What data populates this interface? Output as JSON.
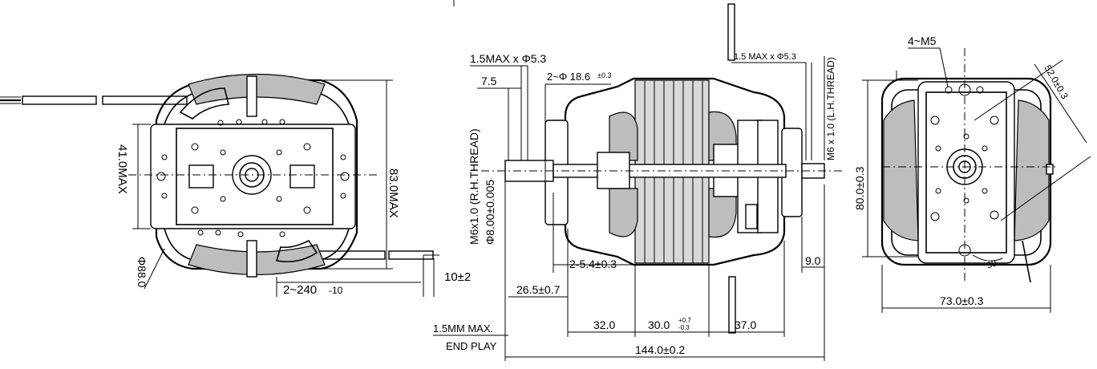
{
  "left_view": {
    "dim_height": "83.0MAX",
    "dim_stack": "41.0MAX",
    "dim_dia": "Φ88.0",
    "dim_lead": "2~240",
    "dim_lead_tol": "-10",
    "dim_strip": "10±2"
  },
  "side_view": {
    "top_left_chamfer": "1.5MAX x Φ5.3",
    "dim_7_5": "7.5",
    "holes": "2~Φ 18.6",
    "holes_tol": "±0.3",
    "top_right_chamfer": "1.5 MAX x Φ5.3",
    "left_thread": "M6x1.0 (R.H.THREAD)",
    "left_shaft": "Φ8.00±0.005",
    "right_thread": "M6 x 1.0 (L.H.THREAD)",
    "dim_2_5_4": "2-5.4±0.3",
    "dim_9_0": "9.0",
    "dim_26_5": "26.5±0.7",
    "dim_32": "32.0",
    "dim_30": "30.0",
    "dim_30_tol_up": "+0.7",
    "dim_30_tol_dn": "-0.3",
    "dim_37": "37.0",
    "end_play_1": "1.5MM MAX.",
    "end_play_2": "END PLAY",
    "dim_total": "144.0±0.2"
  },
  "right_view": {
    "holes": "4~M5",
    "dim_diag": "52.0±0.3",
    "dim_height": "80.0±0.3",
    "dim_angle": "30",
    "dim_width": "73.0±0.3"
  }
}
